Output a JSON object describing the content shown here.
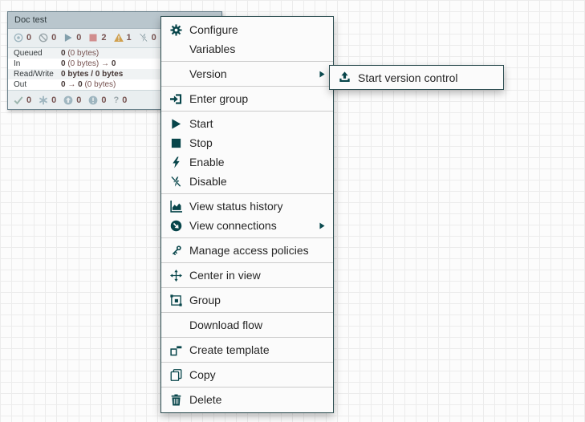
{
  "process_group": {
    "title": "Doc test",
    "status_counts": [
      {
        "icon": "transmitting-icon",
        "count": "0"
      },
      {
        "icon": "not-transmitting-icon",
        "count": "0"
      },
      {
        "icon": "running-icon",
        "count": "0"
      },
      {
        "icon": "stopped-icon",
        "count": "2"
      },
      {
        "icon": "invalid-icon",
        "count": "1"
      },
      {
        "icon": "disabled-icon",
        "count": "0"
      }
    ],
    "stats": [
      {
        "label": "Queued",
        "s1": "0",
        "m1": " (0 bytes)",
        "s2": "",
        "m2": ""
      },
      {
        "label": "In",
        "s1": "0",
        "m1": " (0 bytes) → ",
        "s2": "0",
        "m2": ""
      },
      {
        "label": "Read/Write",
        "s1": "0 bytes / 0 bytes",
        "m1": "",
        "s2": "",
        "m2": ""
      },
      {
        "label": "Out",
        "s1": "0",
        "m1": " → ",
        "s2": "0",
        "m2": " (0 bytes)"
      }
    ],
    "version_badges": [
      {
        "icon": "up-to-date-icon",
        "count": "0"
      },
      {
        "icon": "locally-modified-icon",
        "count": "0"
      },
      {
        "icon": "stale-icon",
        "count": "0"
      },
      {
        "icon": "locally-modified-stale-icon",
        "count": "0"
      },
      {
        "icon": "sync-failure-icon",
        "count": "0"
      }
    ],
    "question_glyph": "?"
  },
  "context_menu": {
    "items": [
      {
        "label": "Configure",
        "icon": "gear-icon"
      },
      {
        "label": "Variables",
        "icon": ""
      },
      {
        "label": "Version",
        "icon": "",
        "has_submenu": true
      },
      {
        "label": "Enter group",
        "icon": "sign-in-icon"
      },
      {
        "label": "Start",
        "icon": "play-icon"
      },
      {
        "label": "Stop",
        "icon": "stop-icon"
      },
      {
        "label": "Enable",
        "icon": "bolt-icon"
      },
      {
        "label": "Disable",
        "icon": "bolt-slash-icon"
      },
      {
        "label": "View status history",
        "icon": "area-chart-icon"
      },
      {
        "label": "View connections",
        "icon": "arrow-circle-icon",
        "has_submenu": true
      },
      {
        "label": "Manage access policies",
        "icon": "key-icon"
      },
      {
        "label": "Center in view",
        "icon": "move-icon"
      },
      {
        "label": "Group",
        "icon": "group-icon"
      },
      {
        "label": "Download flow",
        "icon": ""
      },
      {
        "label": "Create template",
        "icon": "template-icon"
      },
      {
        "label": "Copy",
        "icon": "copy-icon"
      },
      {
        "label": "Delete",
        "icon": "trash-icon"
      }
    ]
  },
  "submenu": {
    "items": [
      {
        "label": "Start version control",
        "icon": "upload-icon"
      }
    ]
  },
  "colors": {
    "accent_teal": "#07454a",
    "menu_border": "#2b4c50",
    "pg_header_bg": "#b9c6cd",
    "stopped_red": "#d18e8e",
    "invalid_amber": "#d0a04e",
    "count_text": "#775351",
    "muted_blue_gray": "#9fb6c0"
  }
}
